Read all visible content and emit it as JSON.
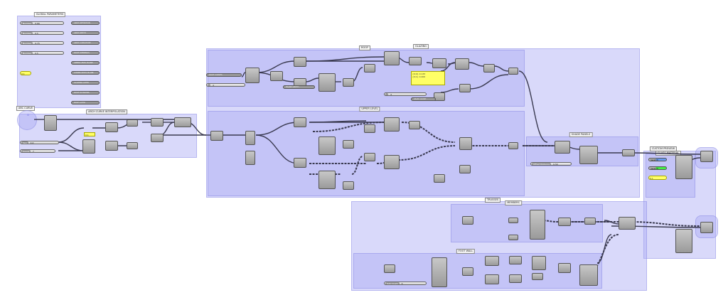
{
  "canvas": {
    "groups": [
      {
        "id": "params",
        "label": "GLOBAL PARAMETERS"
      },
      {
        "id": "arch",
        "label": "ARCH CURVE INTERPOLATION"
      },
      {
        "id": "main",
        "label": "GLAZING"
      },
      {
        "id": "roof",
        "label": "ROOF"
      },
      {
        "id": "upper",
        "label": "UPPER LEVEL"
      },
      {
        "id": "shade",
        "label": "SHADE PANELS"
      },
      {
        "id": "preview",
        "label": "CUSTOM PREVIEW"
      },
      {
        "id": "preview_inner",
        "label": "GLASS MATERIAL"
      },
      {
        "id": "truss",
        "label": "TRUSSES"
      },
      {
        "id": "truss_top",
        "label": "MEMBERS"
      },
      {
        "id": "truss_bottom",
        "label": "FOOT WALL"
      },
      {
        "id": "curve",
        "label": "ARC CURVE"
      }
    ],
    "sliders": [
      {
        "label": "Number",
        "value": "0.66"
      },
      {
        "label": "Number",
        "value": "0.5"
      },
      {
        "label": "Number",
        "value": "0.75"
      },
      {
        "label": "Number",
        "value": "0.5"
      },
      {
        "label": "Seg",
        "value": "4.0"
      },
      {
        "label": "Count",
        "value": "7"
      },
      {
        "label": "Offset Distance",
        "value": "0.50"
      },
      {
        "label": "Sub Count",
        "value": "4"
      },
      {
        "label": "",
        "value": "4"
      },
      {
        "label": "",
        "value": "4"
      }
    ],
    "params": [
      "ARCH DEFINITION",
      "ARCH DEPTH",
      "ARCH CURVATURE",
      "ROOF OPENINGS",
      "UPPER LEVEL PLANE",
      "LOWER LEVEL PLANE",
      "GLAZING LAYER",
      "ROOF DIVISIONS",
      "BASE LAYER",
      "ROOF CURVES",
      "FRAME DEPTH",
      "SEAM COUNT"
    ],
    "panel_lines": [
      "{0;0} 0.133",
      "{0;1} 0.400"
    ],
    "yellow_value": "0.1",
    "swatches": [
      {
        "label": "Swatch",
        "color": "#6a9cf0"
      },
      {
        "label": "Swatch",
        "color": "#44ee44"
      }
    ],
    "colors": {
      "group": "#c8c8f4",
      "wire": "#3a3a50",
      "component": "#a8a8a8"
    }
  }
}
